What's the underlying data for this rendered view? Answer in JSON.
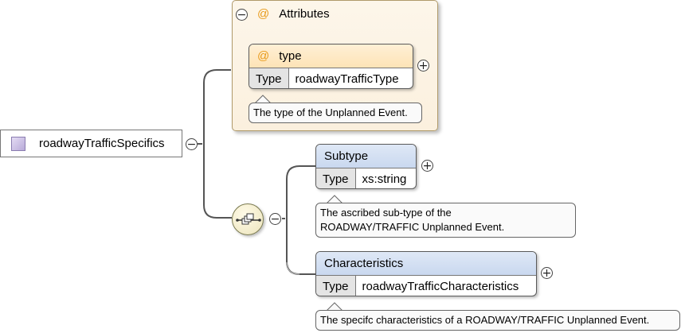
{
  "root": {
    "name": "roadwayTrafficSpecifics"
  },
  "attributes": {
    "group_label": "Attributes",
    "at_symbol": "@",
    "type_attr": {
      "name": "type",
      "type_key": "Type",
      "type_value": "roadwayTrafficType",
      "annotation": "The type of the Unplanned Event."
    }
  },
  "subtype": {
    "name": "Subtype",
    "type_key": "Type",
    "type_value": "xs:string",
    "annotation_line1": "The ascribed sub-type of the",
    "annotation_line2": "ROADWAY/TRAFFIC Unplanned Event."
  },
  "characteristics": {
    "name": "Characteristics",
    "type_key": "Type",
    "type_value": "roadwayTrafficCharacteristics",
    "annotation": "The specifc characteristics of a ROADWAY/TRAFFIC Unplanned Event."
  },
  "toggles": {
    "collapse": "−",
    "expand": "+"
  },
  "colors": {
    "element_header": "#c9d8ef",
    "attribute_header": "#fde3b6",
    "attribute_group_bg": "#fbf0de",
    "at_symbol": "#e89a1a"
  },
  "icons": {
    "root": "complex-type-icon",
    "sequence": "sequence-compositor-icon"
  }
}
